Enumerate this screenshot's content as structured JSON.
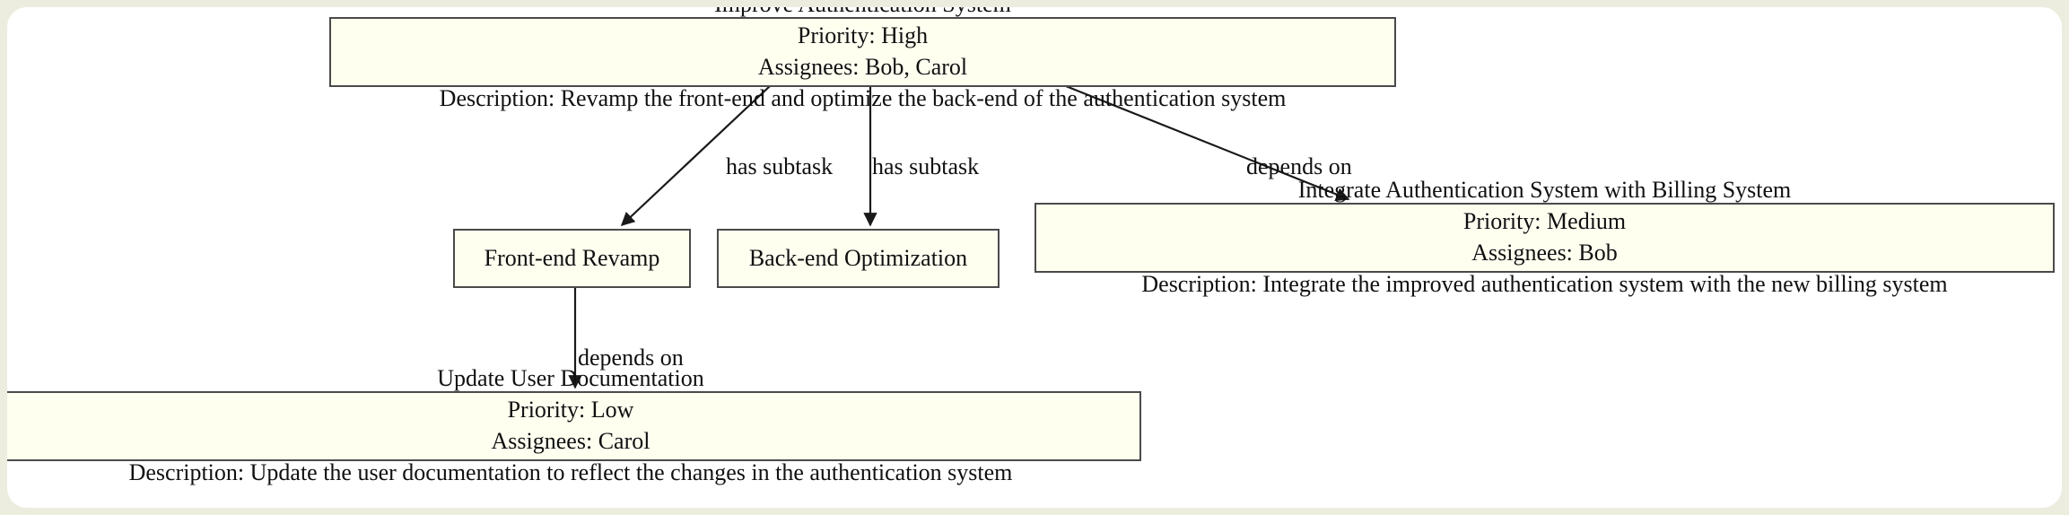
{
  "diagram": {
    "type": "task-dependency-graph",
    "background_color": "#eceddf",
    "canvas_color": "#ffffff",
    "node_fill": "#fffff0",
    "node_border": "#4a4a4a",
    "edge_color": "#1a1a1a",
    "text_color": "#101010"
  },
  "nodes": [
    {
      "id": "improve-authentication-system",
      "title": "Improve Authentication System",
      "priority": "Priority: High",
      "assignees": "Assignees: Bob, Carol",
      "description": "Description: Revamp the front-end and optimize the back-end of the authentication system"
    },
    {
      "id": "front-end-revamp",
      "title": "Front-end Revamp"
    },
    {
      "id": "back-end-optimization",
      "title": "Back-end Optimization"
    },
    {
      "id": "integrate-authentication-system-with-billing-system",
      "title": "Integrate Authentication System with Billing System",
      "priority": "Priority: Medium",
      "assignees": "Assignees: Bob",
      "description": "Description: Integrate the improved authentication system with the new billing system"
    },
    {
      "id": "update-user-documentation",
      "title": "Update User Documentation",
      "priority": "Priority: Low",
      "assignees": "Assignees: Carol",
      "description": "Description: Update the user documentation to reflect the changes in the authentication system"
    }
  ],
  "edges": [
    {
      "id": "edge-improve-to-frontend",
      "from": "improve-authentication-system",
      "to": "front-end-revamp",
      "label": "has subtask"
    },
    {
      "id": "edge-improve-to-backend",
      "from": "improve-authentication-system",
      "to": "back-end-optimization",
      "label": "has subtask"
    },
    {
      "id": "edge-improve-to-integrate",
      "from": "improve-authentication-system",
      "to": "integrate-authentication-system-with-billing-system",
      "label": "depends on"
    },
    {
      "id": "edge-frontend-to-docs",
      "from": "front-end-revamp",
      "to": "update-user-documentation",
      "label": "depends on"
    }
  ]
}
